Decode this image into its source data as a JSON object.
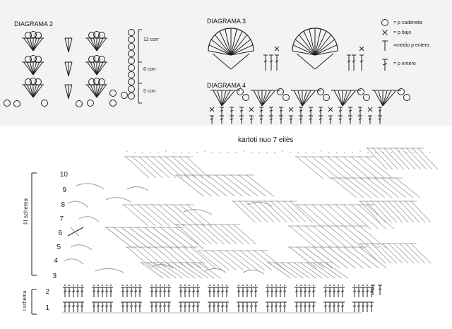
{
  "top": {
    "diagram2": {
      "title": "DIAGRAMA 2",
      "brackets": [
        "12 corr",
        "6 corr",
        "5 corr"
      ]
    },
    "diagram3": {
      "title": "DIAGRAMA 3"
    },
    "diagram4": {
      "title": "DIAGRAMA 4"
    },
    "legend": [
      {
        "icon": "chain-circle-icon",
        "text": "= p cadeneta"
      },
      {
        "icon": "single-crochet-x-icon",
        "text": "= p bajo"
      },
      {
        "icon": "half-double-crochet-icon",
        "text": "=medio p entero"
      },
      {
        "icon": "double-crochet-icon",
        "text": "= p entero"
      }
    ]
  },
  "bottom": {
    "title": "kartoti nuo 7 eilės",
    "schema3_label": "III schema",
    "schema1_label": "I schema",
    "rows": [
      "10",
      "9",
      "8",
      "7",
      "6",
      "5",
      "4",
      "3",
      "2",
      "1"
    ]
  },
  "colors": {
    "ink": "#222222",
    "top_bg": "#f3f3f3",
    "bottom_bg": "#ffffff",
    "faint": "#9a9a9a"
  }
}
